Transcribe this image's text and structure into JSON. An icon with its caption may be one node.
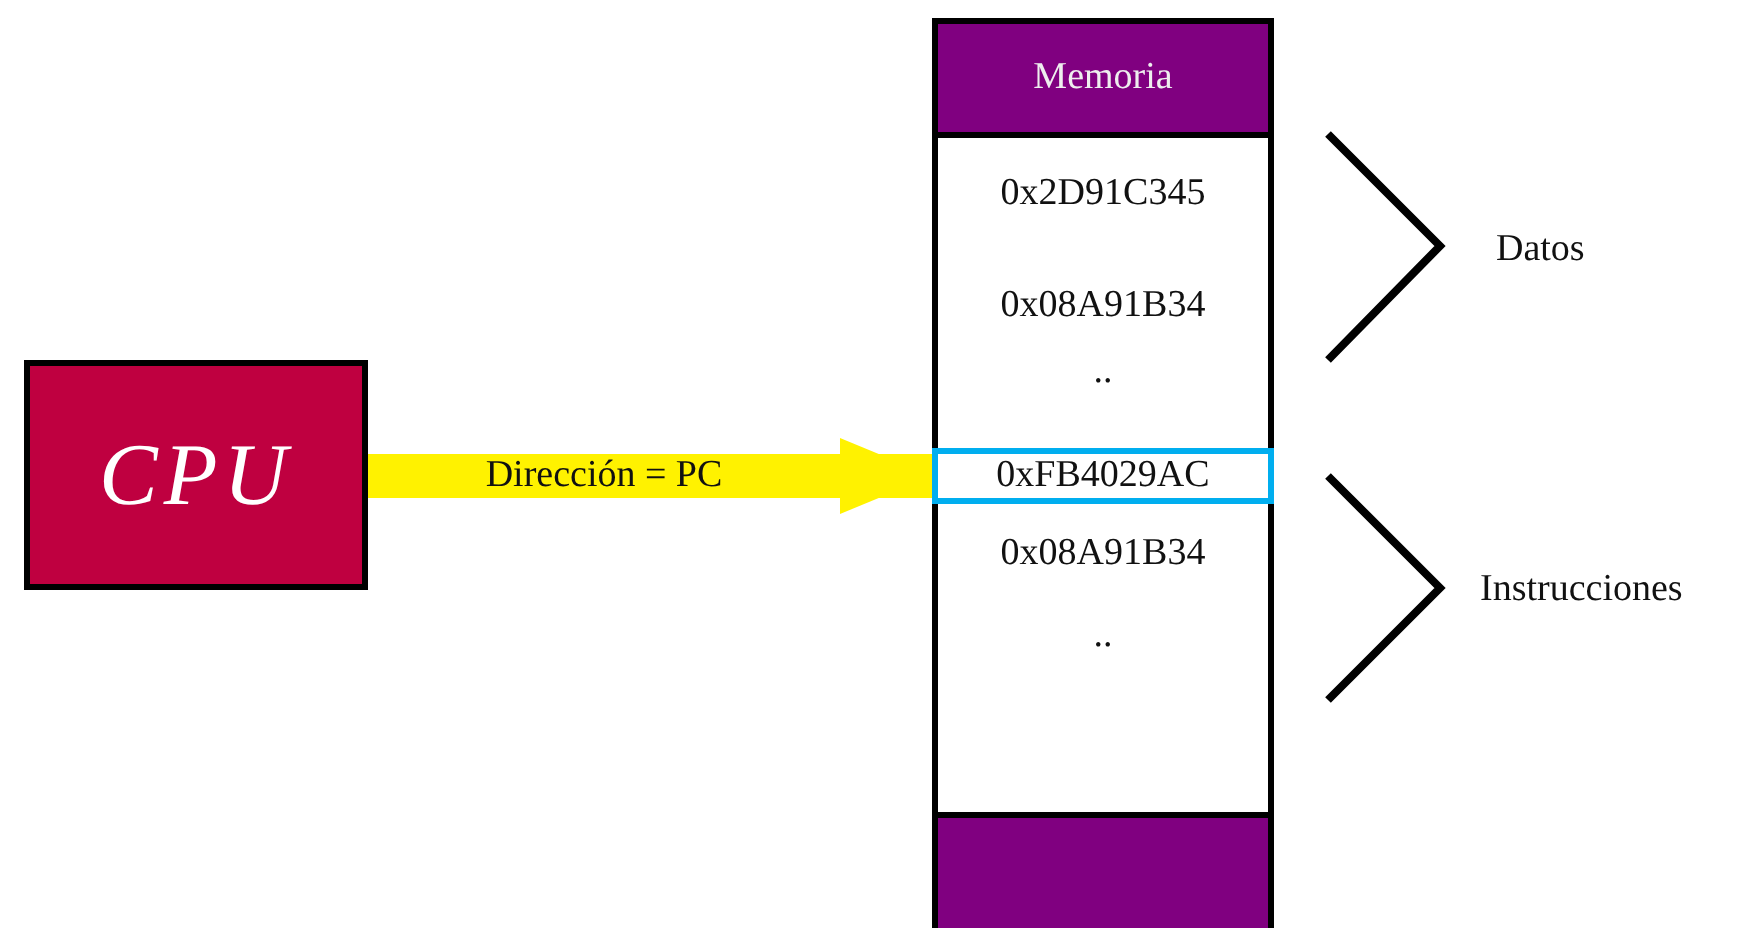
{
  "diagram": {
    "nodes": [
      {
        "text": [
          "CPU"
        ]
      },
      {
        "text": [],
        "shape": "box"
      },
      {
        "text": [
          "Memoria"
        ],
        "in": 1
      },
      {
        "text": [
          "0x2D91C345"
        ],
        "in": 1
      },
      {
        "text": [
          "0x08A91B34"
        ],
        "in": 1
      },
      {
        "text": [
          ".."
        ],
        "in": 1
      },
      {
        "text": [
          "0xFB4029AC"
        ],
        "in": 1
      },
      {
        "text": [
          "0x08A91B34"
        ],
        "in": 1
      },
      {
        "text": [
          ".."
        ],
        "in": 1
      },
      {
        "text": [],
        "shape": "bar",
        "in": 1
      }
    ],
    "edges": [
      {
        "from": 0,
        "to": 6,
        "arrow": "to",
        "label": "Dirección = PC",
        "color": "#fff200"
      }
    ],
    "labels": [
      "Datos",
      "Instrucciones"
    ]
  }
}
